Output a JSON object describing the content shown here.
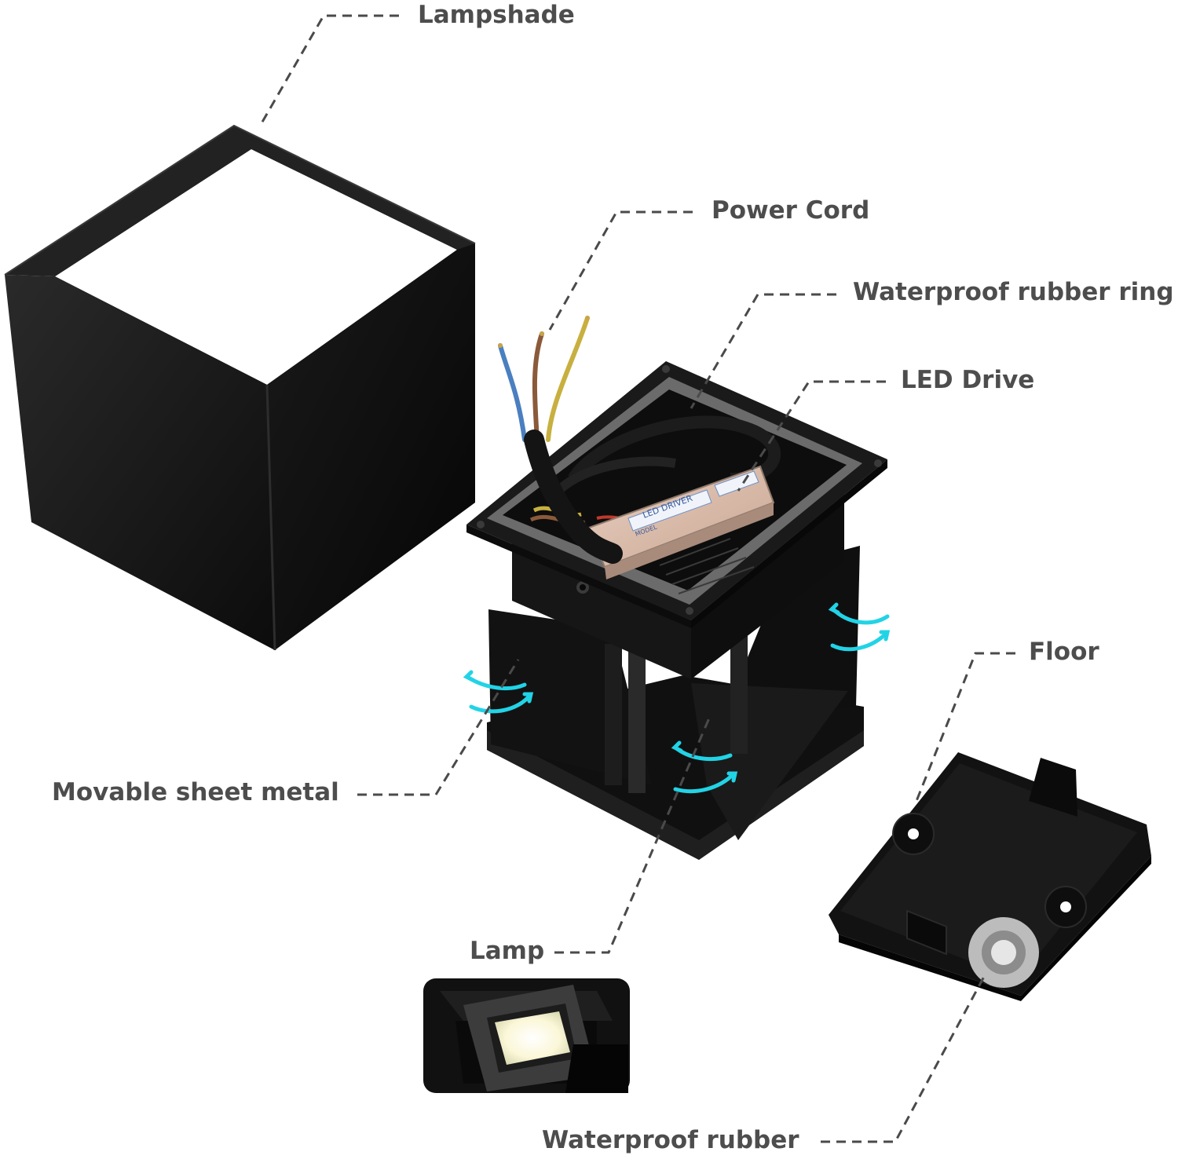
{
  "labels": {
    "lampshade": "Lampshade",
    "power_cord": "Power Cord",
    "rubber_ring": "Waterproof rubber ring",
    "led_drive": "LED Drive",
    "floor": "Floor",
    "sheet_metal": "Movable sheet metal",
    "lamp": "Lamp",
    "waterproof_rubber": "Waterproof rubber"
  },
  "driver_label": {
    "title": "LED DRIVER",
    "model": "MODEL"
  },
  "colors": {
    "label_text": "#4d4d4d",
    "leader_line": "#4a4a4a",
    "product_black": "#141414",
    "arrow_cyan": "#22d3e6",
    "driver_case": "#d9b9a6",
    "wire_blue": "#4a7fc0",
    "wire_brown": "#8a5a3a",
    "wire_yellow": "#c8b040",
    "led_glow": "#fbf7d8"
  }
}
